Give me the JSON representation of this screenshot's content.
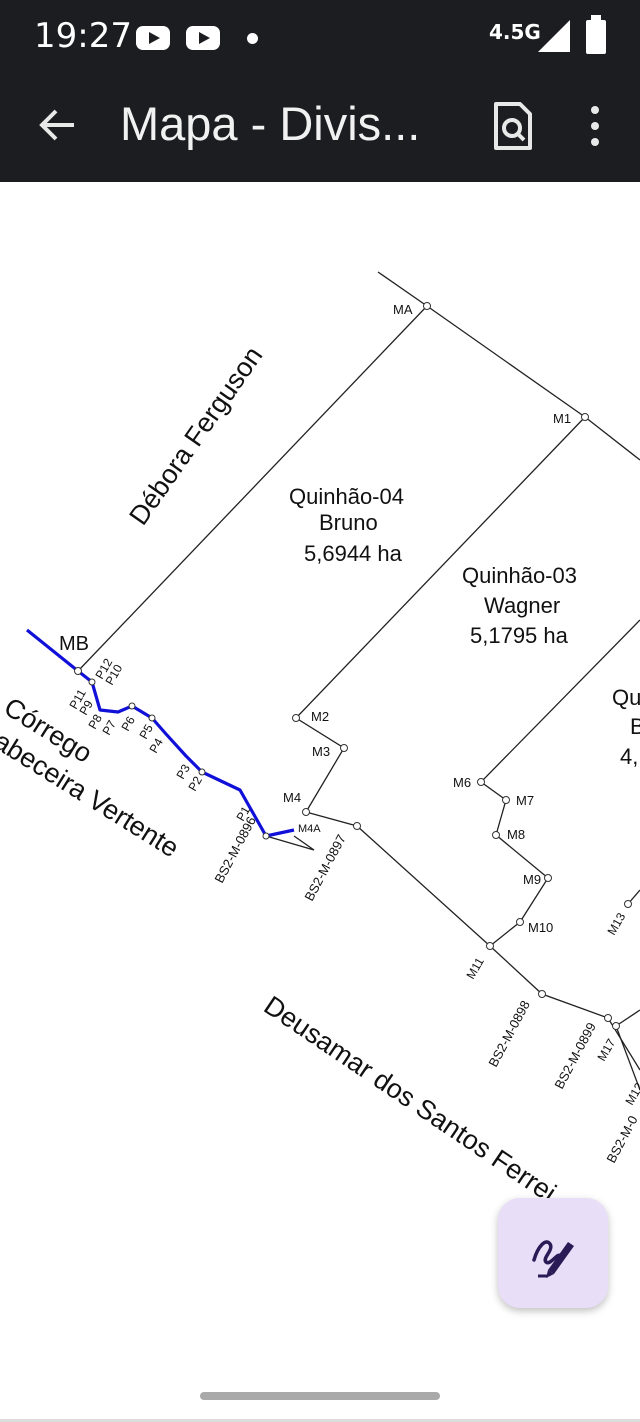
{
  "status_bar": {
    "time": "19:27",
    "network": "4.5G",
    "icons": [
      "youtube-icon",
      "youtube-icon",
      "notification-dot-icon",
      "signal-icon",
      "battery-icon"
    ]
  },
  "app_bar": {
    "title": "Mapa - Divis...",
    "back_icon": "arrow-back-icon",
    "search_icon": "document-search-icon",
    "more_icon": "more-vert-icon"
  },
  "map": {
    "owners": {
      "debora": "Débora Ferguson",
      "deusamar": "Deusamar dos Santos Ferrei",
      "corrego_line1": "Córrego",
      "corrego_line2": "abeceira Vertente"
    },
    "parcels": {
      "q04": {
        "name": "Quinhão-04",
        "owner": "Bruno",
        "area": "5,6944 ha"
      },
      "q03": {
        "name": "Quinhão-03",
        "owner": "Wagner",
        "area": "5,1795 ha"
      },
      "q02_partial": {
        "name": "Qu",
        "owner": "B",
        "area": "4,"
      }
    },
    "markers": {
      "ma": "MA",
      "mb": "MB",
      "m1": "M1",
      "m2": "M2",
      "m3": "M3",
      "m4": "M4",
      "m4a": "M4A",
      "m6": "M6",
      "m7": "M7",
      "m8": "M8",
      "m9": "M9",
      "m10": "M10",
      "m11": "M11",
      "m13": "M13",
      "m17": "M17",
      "m12_partial": "M12",
      "p1": "P1",
      "p2": "P2",
      "p3": "P3",
      "p4": "P4",
      "p5": "P5",
      "p6": "P6",
      "p7": "P7",
      "p8": "P8",
      "p9": "P9",
      "p10": "P10",
      "p11": "P11",
      "p12": "P12",
      "bs0896": "BS2-M-0896",
      "bs0897": "BS2-M-0897",
      "bs0898": "BS2-M-0898",
      "bs0899": "BS2-M-0899",
      "bs_partial": "BS2-M-0"
    },
    "stream_color": "#1010d8"
  },
  "fab": {
    "icon": "edit-pen-icon"
  }
}
